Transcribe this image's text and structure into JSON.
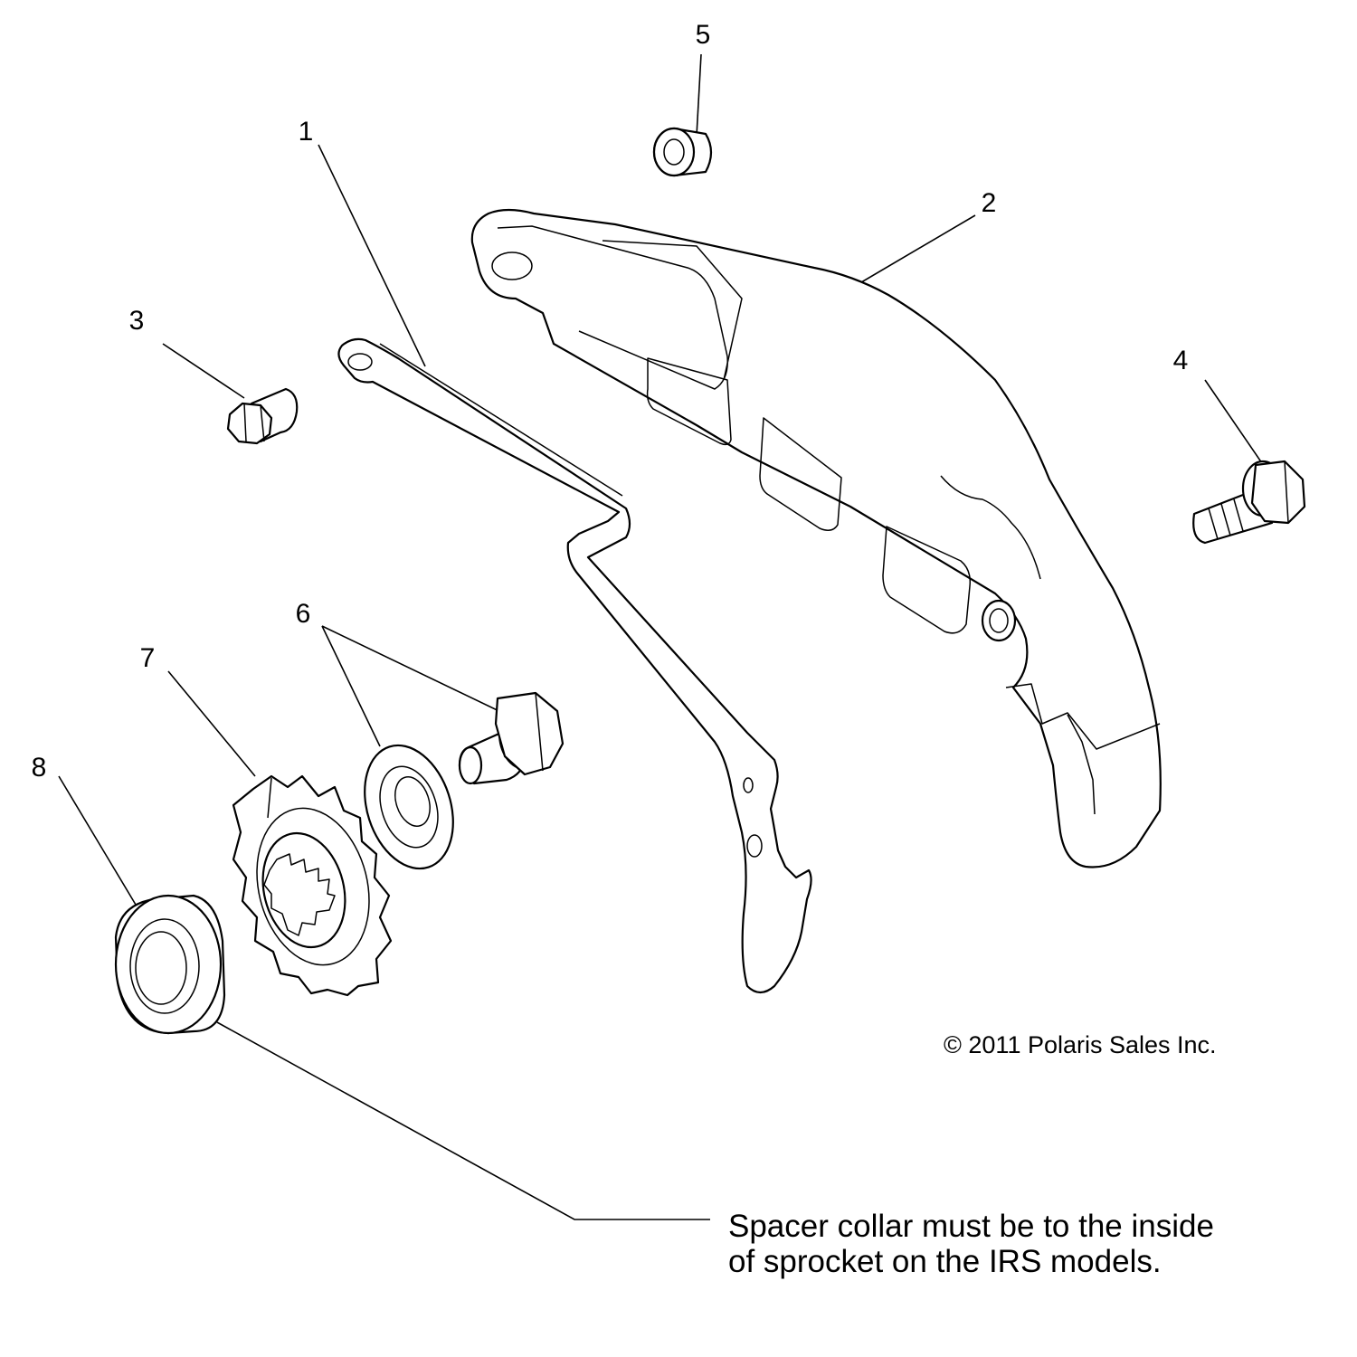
{
  "callouts": {
    "c1": "1",
    "c2": "2",
    "c3": "3",
    "c4": "4",
    "c5": "5",
    "c6": "6",
    "c7": "7",
    "c8": "8"
  },
  "copyright": "© 2011 Polaris Sales Inc.",
  "note": "Spacer collar must be to the inside of sprocket on the IRS models."
}
